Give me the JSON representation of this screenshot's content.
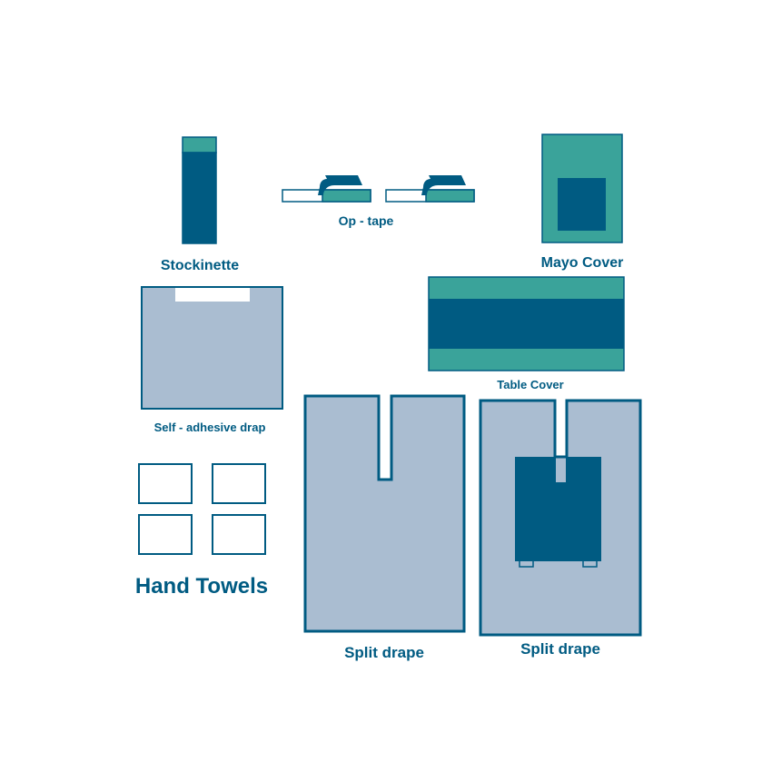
{
  "colors": {
    "navy": "#005b82",
    "teal": "#3aa39a",
    "gray_blue": "#aabdd1",
    "outline": "#005b82",
    "background": "#ffffff"
  },
  "labels": {
    "stockinette": "Stockinette",
    "op_tape": "Op - tape",
    "mayo_cover": "Mayo Cover",
    "self_adhesive": "Self -  adhesive drap",
    "table_cover": "Table Cover",
    "hand_towels": "Hand Towels",
    "split_drape_left": "Split drape",
    "split_drape_right": "Split drape"
  }
}
